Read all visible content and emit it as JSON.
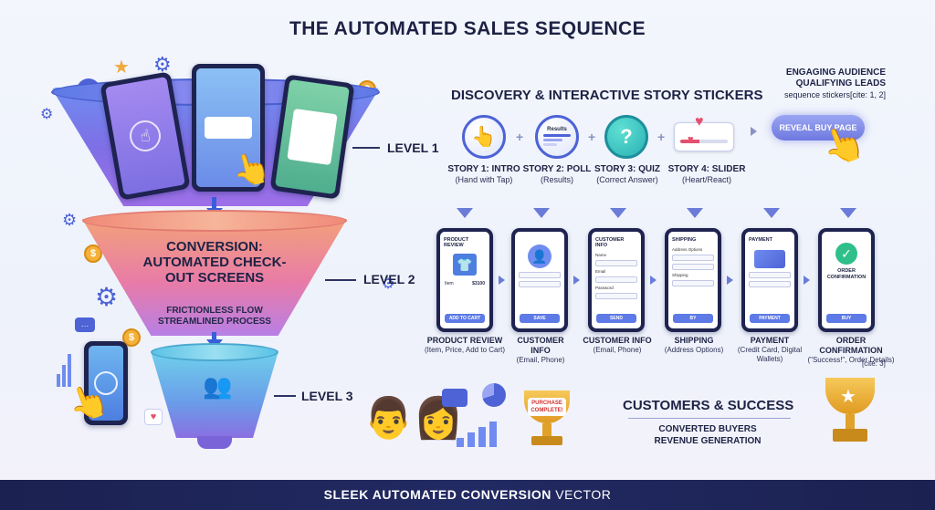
{
  "title": "THE AUTOMATED SALES SEQUENCE",
  "top_right": {
    "line1": "ENGAGING AUDIENCE",
    "line2": "QUALIFYING LEADS",
    "line3": "sequence stickers[cite: 1, 2]"
  },
  "discovery_title": "DISCOVERY & INTERACTIVE STORY STICKERS",
  "stories": [
    {
      "label": "STORY 1: INTRO",
      "sub": "(Hand with Tap)",
      "icon": "hand-tap-icon"
    },
    {
      "label": "STORY 2: POLL",
      "sub": "(Results)",
      "icon": "poll-icon",
      "screen_text": "Results"
    },
    {
      "label": "STORY 3: QUIZ",
      "sub": "(Correct Answer)",
      "icon": "question-icon"
    },
    {
      "label": "STORY 4: SLIDER",
      "sub": "(Heart/React)",
      "icon": "heart-slider-icon"
    }
  ],
  "reveal_button": "REVEAL BUY PAGE",
  "levels": {
    "l1": "LEVEL 1",
    "l2": "LEVEL 2",
    "l3": "LEVEL 3"
  },
  "funnel": {
    "conversion_title": "CONVERSION: AUTOMATED CHECK-OUT SCREENS",
    "conversion_sub": "FRICTIONLESS FLOW STREAMLINED PROCESS"
  },
  "checkout_steps": [
    {
      "screen_title": "PRODUCT REVIEW",
      "button": "ADD TO CART",
      "label": "PRODUCT REVIEW",
      "sub": "(Item, Price, Add to Cart)",
      "screen_item": "Item",
      "screen_price": "$3100"
    },
    {
      "screen_title": "",
      "button": "SAVE",
      "label": "CUSTOMER INFO",
      "sub": "(Email, Phone)"
    },
    {
      "screen_title": "CUSTOMER INFO",
      "button": "SEND",
      "label": "CUSTOMER INFO",
      "sub": "(Email, Phone)",
      "fields": [
        "Name",
        "Email",
        "Password"
      ]
    },
    {
      "screen_title": "SHIPPING",
      "button": "BY",
      "label": "SHIPPING",
      "sub": "(Address Options)",
      "fields": [
        "Address Options",
        "Shipping"
      ]
    },
    {
      "screen_title": "PAYMENT",
      "button": "PAYMENT",
      "label": "PAYMENT",
      "sub": "(Credit Card, Digital Wallets)"
    },
    {
      "screen_title": "ORDER CONFIRMATION",
      "button": "BUY",
      "label": "ORDER CONFIRMATION",
      "sub": "(\"Success!\", Order Details)"
    }
  ],
  "cite3": "[cite: 3]",
  "success": {
    "title": "CUSTOMERS & SUCCESS",
    "line1": "CONVERTED BUYERS",
    "line2": "REVENUE GENERATION",
    "trophy_text": "PURCHASE COMPLETE!"
  },
  "footer": {
    "bold": "SLEEK AUTOMATED CONVERSION",
    "normal": "VECTOR"
  },
  "colors": {
    "accent": "#4d63d6",
    "footer_bg": "#1b2150",
    "gold": "#f4b13a"
  }
}
